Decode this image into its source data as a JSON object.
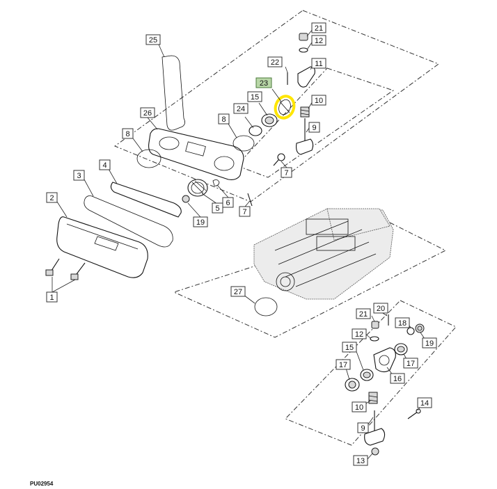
{
  "diagram_code": "PU02954",
  "highlight_color": "#ffe600",
  "callouts": {
    "c1": "1",
    "c2": "2",
    "c3": "3",
    "c4": "4",
    "c5": "5",
    "c6": "6",
    "c7a": "7",
    "c7b": "7",
    "c8a": "8",
    "c8b": "8",
    "c9a": "9",
    "c9b": "9",
    "c10a": "10",
    "c10b": "10",
    "c11": "11",
    "c12a": "12",
    "c12b": "12",
    "c13": "13",
    "c14": "14",
    "c15a": "15",
    "c15b": "15",
    "c16": "16",
    "c17a": "17",
    "c17b": "17",
    "c18": "18",
    "c19a": "19",
    "c19b": "19",
    "c20": "20",
    "c21a": "21",
    "c21b": "21",
    "c22": "22",
    "c23": "23",
    "c24": "24",
    "c25": "25",
    "c26": "26",
    "c27": "27"
  }
}
